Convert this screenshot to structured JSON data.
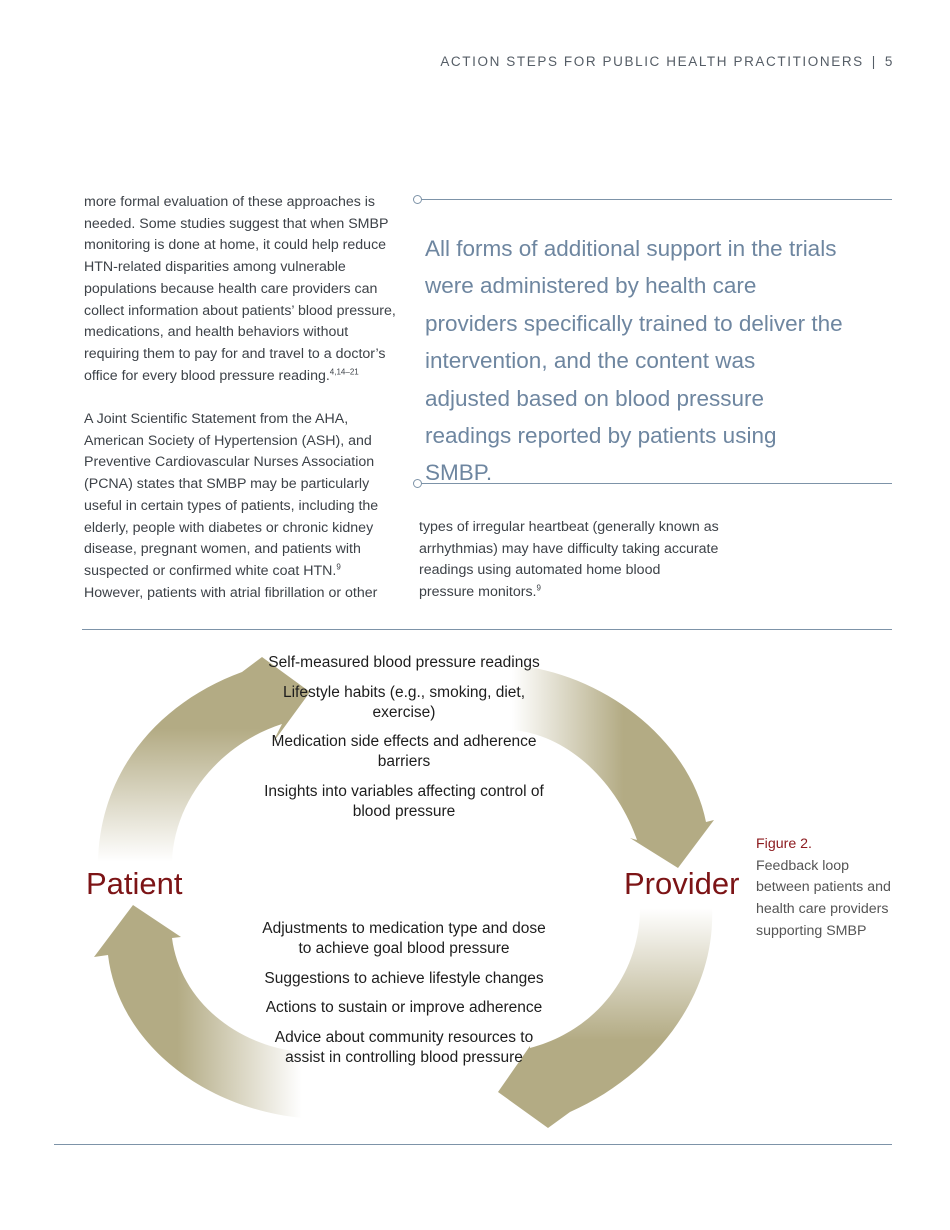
{
  "header": {
    "running_title": "ACTION STEPS FOR PUBLIC HEALTH PRACTITIONERS",
    "separator": "|",
    "page_number": "5"
  },
  "left_column": {
    "para1": {
      "text": "more formal evaluation of these approaches is needed. Some studies suggest that when SMBP monitoring is done at home, it could help reduce HTN-related disparities among vulnerable populations because health care providers can collect information about patients’ blood pressure, medications, and health behaviors without requiring them to pay for and travel to a doctor’s office for every blood pressure reading.",
      "ref": "4,14–21"
    },
    "para2": {
      "text": "A Joint Scientific Statement from the AHA, American Society of Hypertension (ASH), and Preventive Cardiovascular Nurses Association (PCNA) states that SMBP may be particularly useful in certain types of patients, including the elderly, people with diabetes or chronic kidney disease, pregnant women, and patients with suspected or confirmed white coat HTN.",
      "ref": "9",
      "tail": "However, patients with atrial fibrillation or other"
    }
  },
  "pull_quote": "All forms of additional support in the trials were administered by health care providers specifically trained to deliver the intervention, and the content was adjusted based on blood pressure readings reported by patients using SMBP.",
  "right_column": {
    "text": "types of irregular heartbeat (generally known as arrhythmias) may have difficulty taking accurate readings using automated home blood pressure monitors.",
    "ref": "9"
  },
  "figure": {
    "left_node": "Patient",
    "right_node": "Provider",
    "patient_to_provider": [
      "Self-measured blood pressure readings",
      "Lifestyle habits (e.g., smoking, diet, exercise)",
      "Medication side effects and adherence barriers",
      "Insights into variables affecting control of blood pressure"
    ],
    "provider_to_patient": [
      "Adjustments to medication type and dose to achieve goal blood pressure",
      "Suggestions to achieve lifestyle changes",
      "Actions to sustain or improve adherence",
      "Advice about community resources to assist in controlling blood pressure"
    ],
    "caption_title": "Figure 2.",
    "caption_text": "Feedback loop between patients and health care providers supporting SMBP"
  },
  "colors": {
    "accent_red": "#7c1416",
    "quote_blue": "#6e86a0",
    "arrow_khaki": "#b3ab84",
    "rule_blue": "#7d93a8"
  }
}
